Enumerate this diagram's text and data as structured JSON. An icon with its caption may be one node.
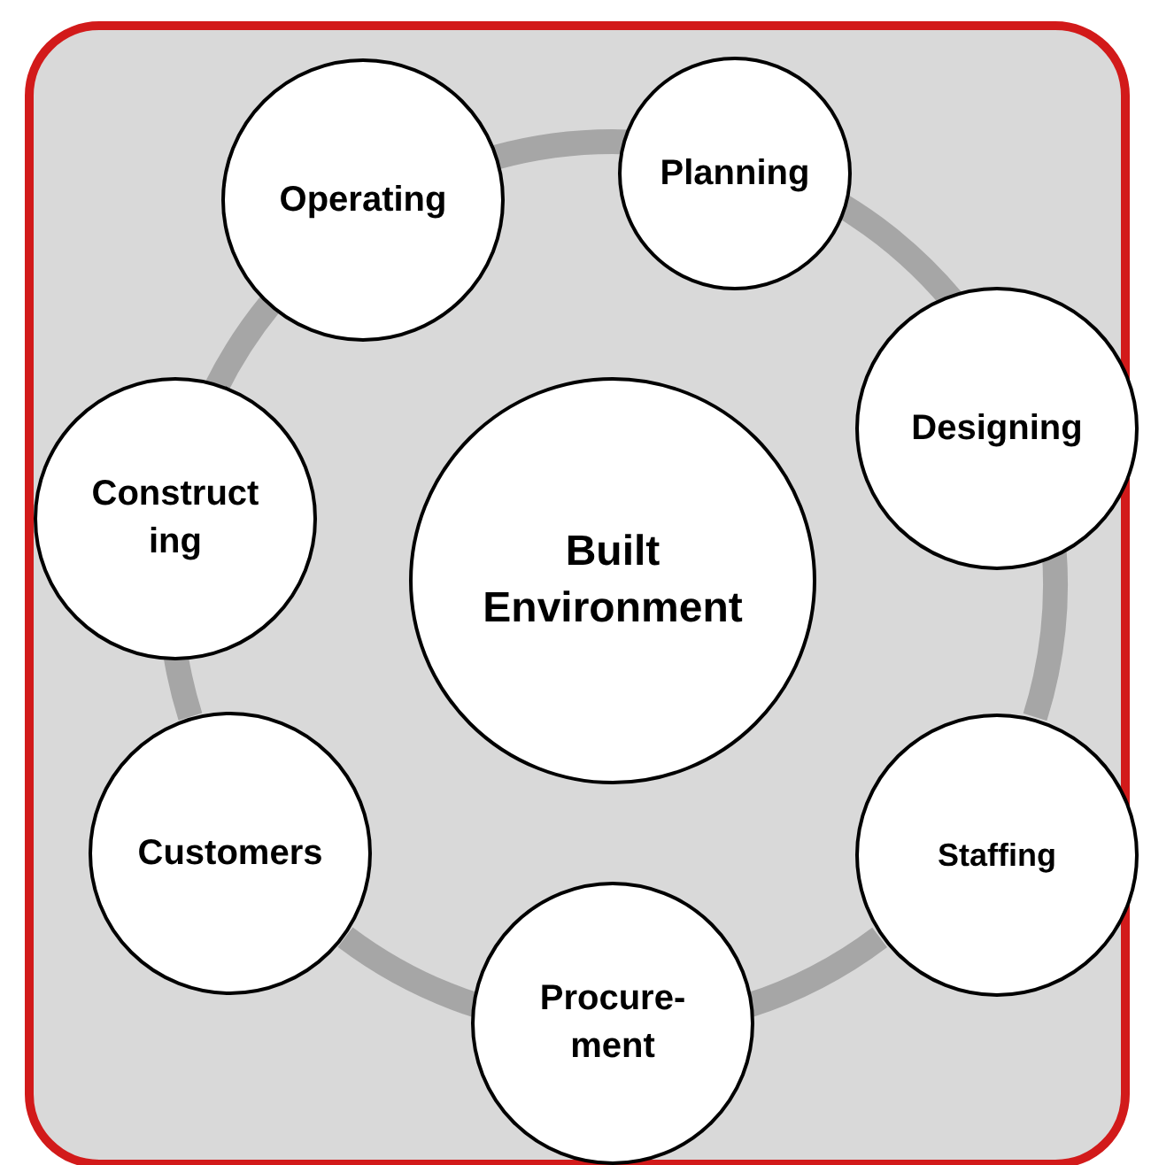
{
  "diagram": {
    "nodes": [
      {
        "text": [
          "Built Environment"
        ]
      },
      {
        "text": [
          "Planning"
        ]
      },
      {
        "text": [
          "Designing"
        ]
      },
      {
        "text": [
          "Staffing"
        ]
      },
      {
        "text": [
          "Procure- ment"
        ]
      },
      {
        "text": [
          "Customers"
        ]
      },
      {
        "text": [
          "Construct ing"
        ]
      },
      {
        "text": [
          "Operating"
        ]
      }
    ],
    "edges": [
      {
        "from": 1,
        "to": 2,
        "arrow": "none"
      },
      {
        "from": 2,
        "to": 3,
        "arrow": "none"
      },
      {
        "from": 3,
        "to": 4,
        "arrow": "none"
      },
      {
        "from": 4,
        "to": 5,
        "arrow": "none"
      },
      {
        "from": 5,
        "to": 6,
        "arrow": "none"
      },
      {
        "from": 6,
        "to": 7,
        "arrow": "none"
      },
      {
        "from": 7,
        "to": 1,
        "arrow": "none"
      }
    ]
  }
}
